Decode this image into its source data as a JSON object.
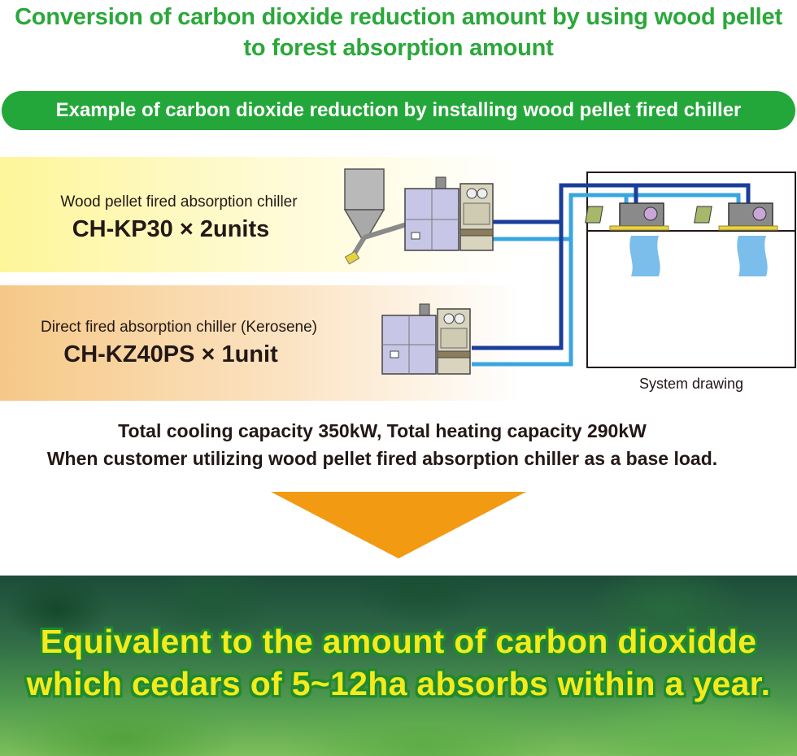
{
  "title": {
    "line1": "Conversion of carbon dioxide reduction amount by using wood pellet",
    "line2": "to forest absorption amount"
  },
  "banner": "Example of carbon dioxide reduction by installing wood pellet fired chiller",
  "units": [
    {
      "label": "Wood pellet fired absorption chiller",
      "model": "CH-KP30 × 2units"
    },
    {
      "label": "Direct fired absorption chiller (Kerosene)",
      "model": "CH-KZ40PS × 1unit"
    }
  ],
  "system_caption": "System drawing",
  "summary": {
    "line1": "Total cooling capacity 350kW,  Total heating capacity 290kW",
    "line2": "When customer utilizing wood pellet fired absorption chiller as a base load."
  },
  "result": {
    "line1": "Equivalent to the amount of carbon dioxidde",
    "line2": "which cedars of 5~12ha absorbs within a year."
  },
  "colors": {
    "title_green": "#2aa83a",
    "banner_green": "#24a73a",
    "arrow_orange": "#f29a12",
    "result_yellow": "#f4ea1c",
    "pipe_dark": "#1a3e9a",
    "pipe_light": "#3aa6e0"
  }
}
